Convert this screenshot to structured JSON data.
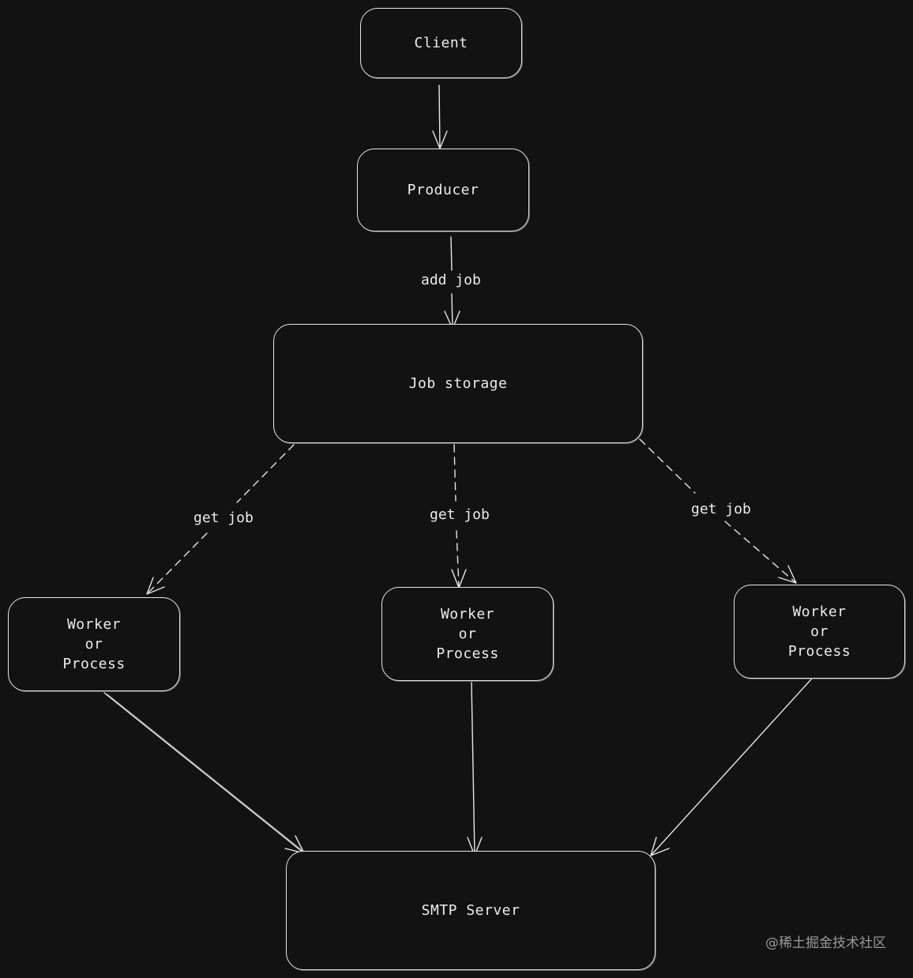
{
  "diagram": {
    "nodes": {
      "client": {
        "label": "Client"
      },
      "producer": {
        "label": "Producer"
      },
      "storage": {
        "label": "Job storage"
      },
      "worker1": {
        "line1": "Worker",
        "line2": "or",
        "line3": "Process"
      },
      "worker2": {
        "line1": "Worker",
        "line2": "or",
        "line3": "Process"
      },
      "worker3": {
        "line1": "Worker",
        "line2": "or",
        "line3": "Process"
      },
      "smtp": {
        "label": "SMTP Server"
      }
    },
    "edges": [
      {
        "from": "client",
        "to": "producer",
        "style": "solid",
        "label": ""
      },
      {
        "from": "producer",
        "to": "storage",
        "style": "solid",
        "label": "add job"
      },
      {
        "from": "storage",
        "to": "worker1",
        "style": "dashed",
        "label": "get job"
      },
      {
        "from": "storage",
        "to": "worker2",
        "style": "dashed",
        "label": "get job"
      },
      {
        "from": "storage",
        "to": "worker3",
        "style": "dashed",
        "label": "get job"
      },
      {
        "from": "worker1",
        "to": "smtp",
        "style": "solid",
        "label": ""
      },
      {
        "from": "worker2",
        "to": "smtp",
        "style": "solid",
        "label": ""
      },
      {
        "from": "worker3",
        "to": "smtp",
        "style": "solid",
        "label": ""
      }
    ],
    "edge_labels": {
      "add_job": "add job",
      "get_job_left": "get job",
      "get_job_middle": "get job",
      "get_job_right": "get job"
    }
  },
  "watermark": "@稀土掘金技术社区",
  "colors": {
    "background": "#121212",
    "stroke": "#e6e6e6",
    "text": "#ececec",
    "watermark": "#9a9a9a"
  }
}
